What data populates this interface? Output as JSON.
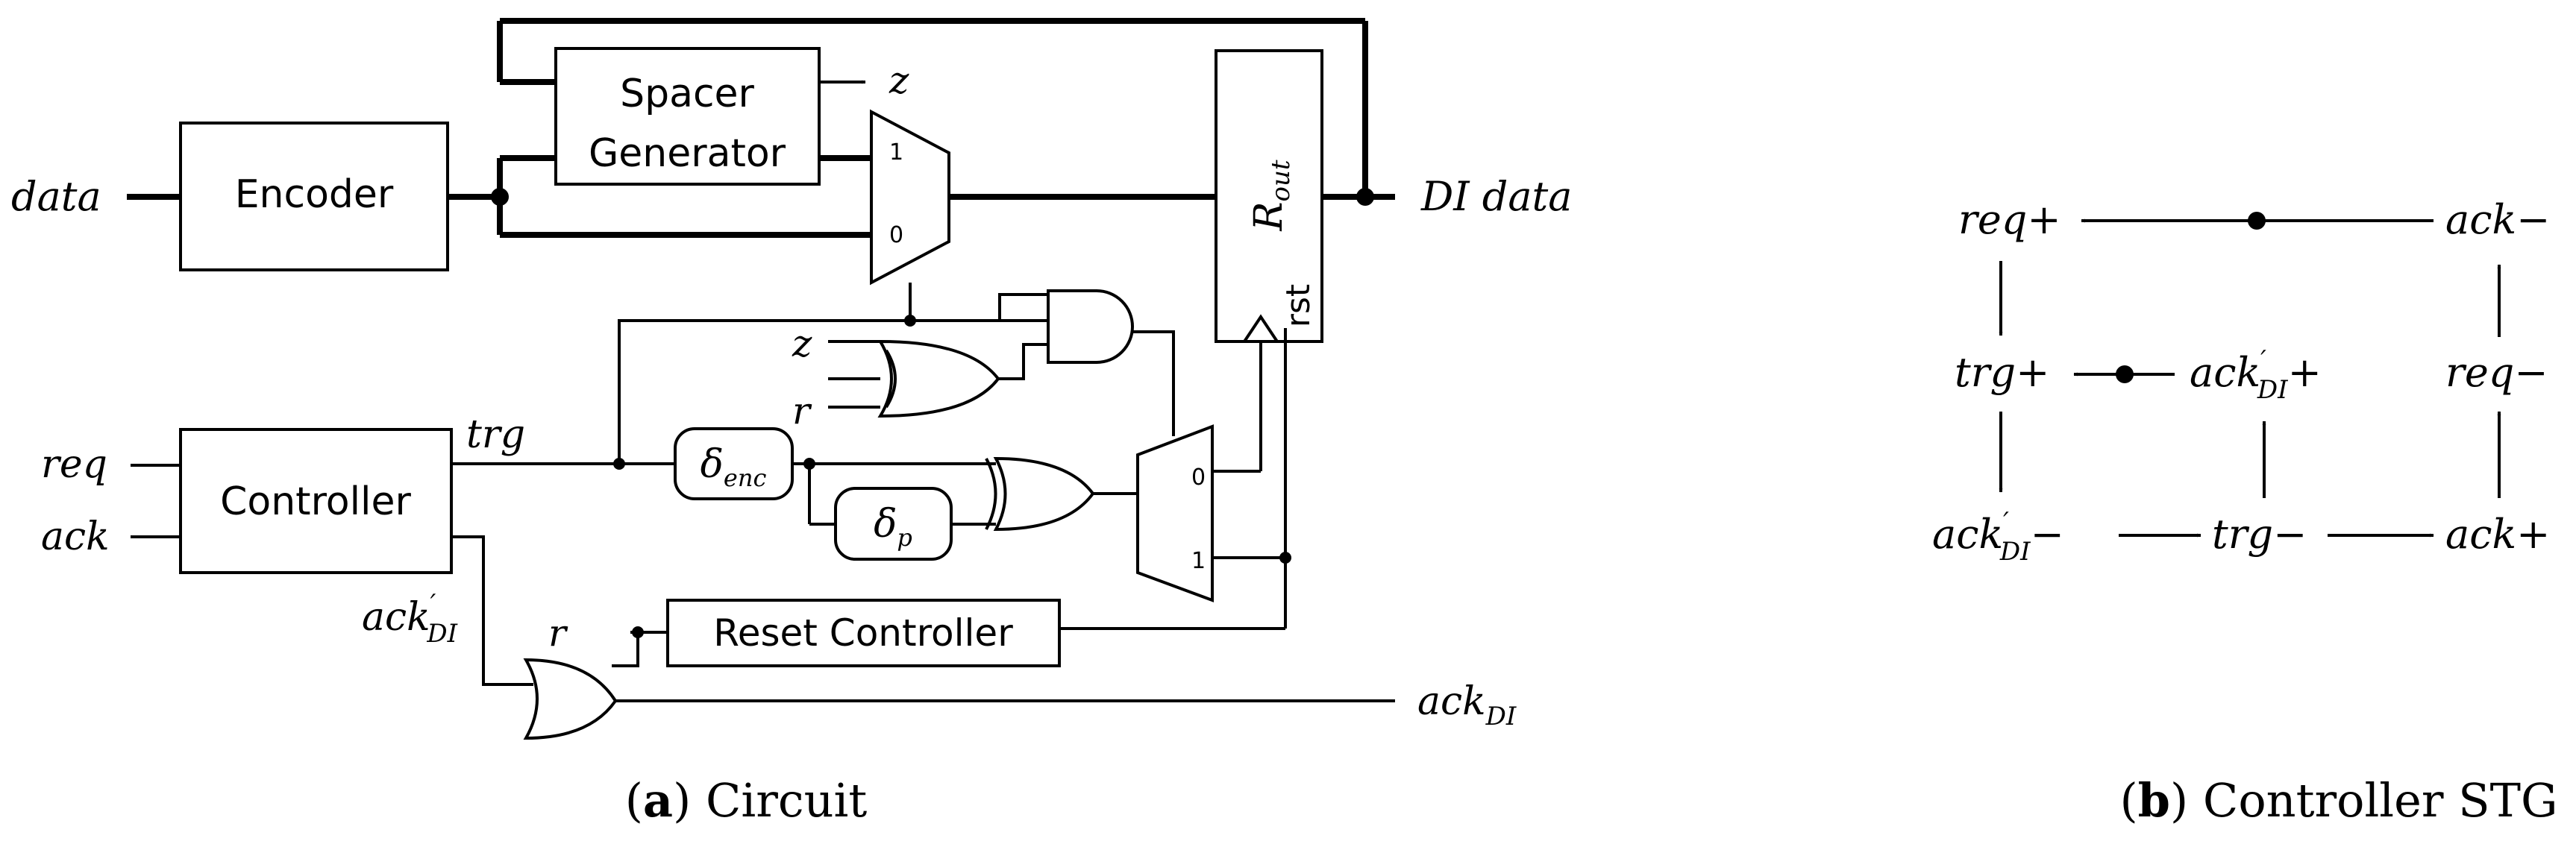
{
  "circuit": {
    "labels": {
      "data_in": "data",
      "di_data": "DI data",
      "z_out": "z",
      "z_in": "z",
      "r_in": "r",
      "r_out": "r",
      "req": "req",
      "ack": "ack",
      "trg": "trg",
      "ack_di_prime_base": "ack",
      "ack_di_prime_sub": "DI",
      "ack_di_base": "ack",
      "ack_di_sub": "DI"
    },
    "blocks": {
      "encoder": "Encoder",
      "spacer_line1": "Spacer",
      "spacer_line2": "Generator",
      "controller": "Controller",
      "reset_controller": "Reset Controller",
      "register_base": "R",
      "register_sub": "out",
      "register_rst": "rst",
      "delay_enc_base": "δ",
      "delay_enc_sub": "enc",
      "delay_p_base": "δ",
      "delay_p_sub": "p",
      "mux_top_in1": "1",
      "mux_top_in0": "0",
      "mux_bot_in0": "0",
      "mux_bot_in1": "1"
    },
    "caption_letter": "a",
    "caption_text": "Circuit"
  },
  "stg": {
    "nodes": {
      "req_plus": "req+",
      "ack_minus": "ack−",
      "trg_plus": "trg+",
      "ack_di_plus_base": "ack",
      "ack_di_plus_sub": "DI",
      "ack_di_plus_sign": "+",
      "req_minus": "req−",
      "ack_di_minus_base": "ack",
      "ack_di_minus_sub": "DI",
      "ack_di_minus_sign": "−",
      "trg_minus": "trg−",
      "ack_plus": "ack+"
    },
    "caption_letter": "b",
    "caption_text": "Controller STG"
  }
}
